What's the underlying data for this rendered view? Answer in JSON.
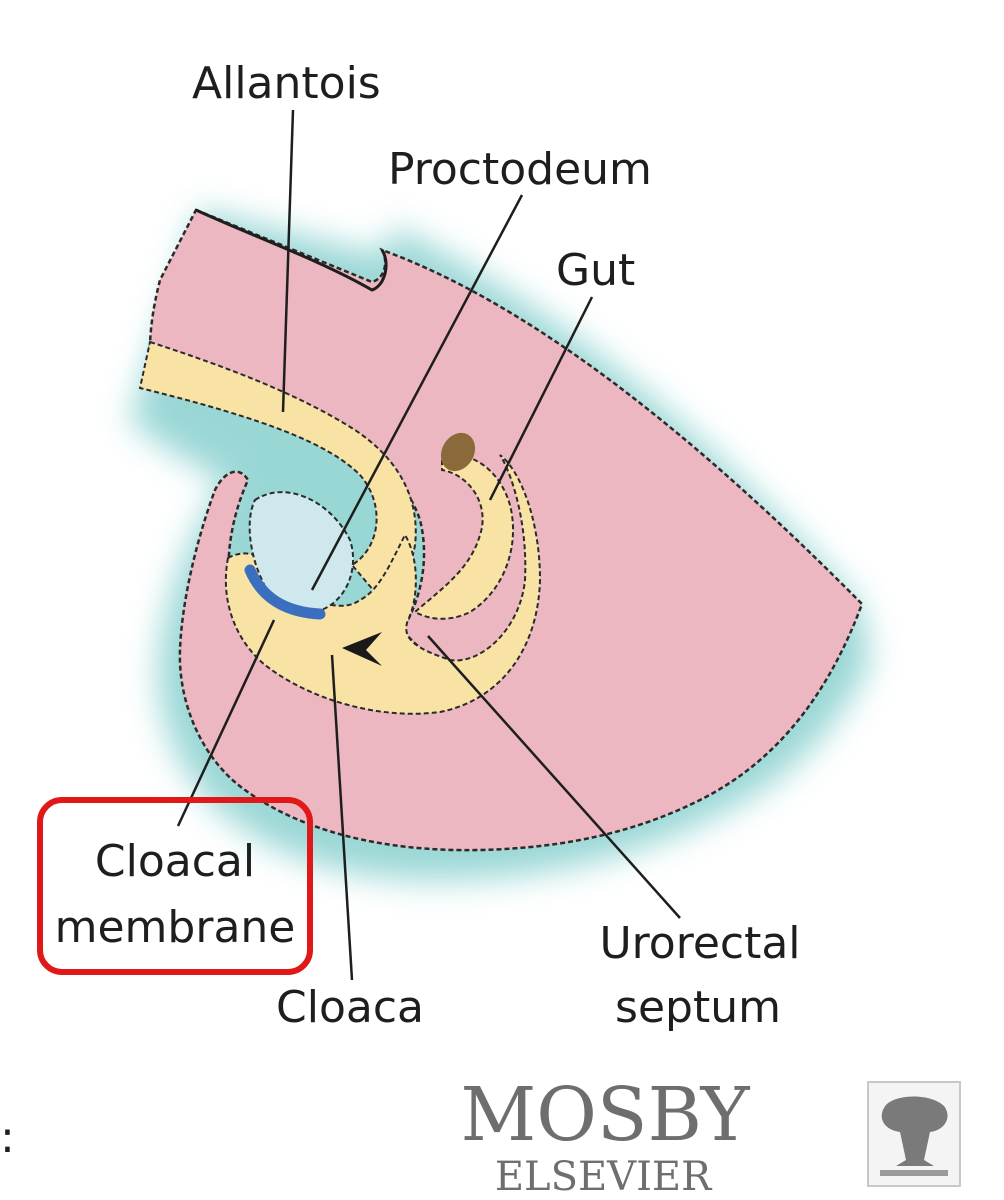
{
  "labels": {
    "allantois": "Allantois",
    "proctodeum": "Proctodeum",
    "gut": "Gut",
    "cloacal_line1": "Cloacal",
    "cloacal_line2": "membrane",
    "cloaca": "Cloaca",
    "urorectal_line1": "Urorectal",
    "urorectal_line2": "septum"
  },
  "highlighted_label": "Cloacal membrane",
  "stray_mark": ":",
  "publisher": {
    "name": "MOSBY",
    "imprint": "ELSEVIER",
    "logo_icon": "elsevier-tree-logo-icon"
  },
  "colors": {
    "embryo_tissue": "#edb7c1",
    "endoderm": "#f8e3a5",
    "membrane": "#3a6fc0",
    "ectoderm_glow": "#8fd3d1",
    "highlight_box": "#e01818",
    "outline": "#2a2a2a"
  }
}
